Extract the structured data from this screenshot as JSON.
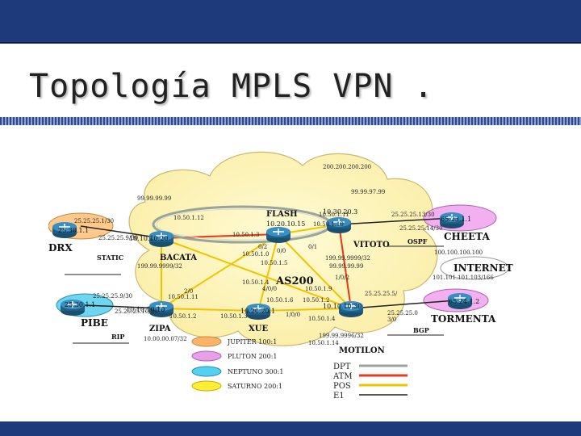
{
  "slide": {
    "title": "Topología MPLS VPN ."
  },
  "diagram": {
    "clouds": {
      "as200": {
        "label": "AS200"
      },
      "drx": {
        "label": "DRX"
      },
      "pibe": {
        "label": "PIBE"
      },
      "cheeta": {
        "label": "CHEETA"
      },
      "tormenta": {
        "label": "TORMENTA"
      },
      "internet": {
        "label": "INTERNET"
      }
    },
    "routers": {
      "flash": {
        "name": "FLASH",
        "ip": "10.20.10.15"
      },
      "vitoto": {
        "name": "VITOTO",
        "ip": "10.30.20.3"
      },
      "bacata": {
        "name": "BACATA",
        "ip": "10.10.10.20"
      },
      "zipa": {
        "name": "ZIPA",
        "ip": "10.10.10.10"
      },
      "xue": {
        "name": "XUE",
        "ip": "10.20.20.1"
      },
      "motilon": {
        "name": "MOTILON",
        "ip": "10.10.10.30"
      },
      "ce_drx": {
        "ip": "25.30.1.1"
      },
      "ce_pibe": {
        "ip": "25.30.1.1"
      },
      "ce_cheeta": {
        "ip": "65.23.1.1"
      },
      "ce_tormenta": {
        "ip": "65.24.1.2"
      }
    },
    "labels": [
      "200.200.200.200",
      "99.99.97.99",
      "99.99.99.99",
      "25.25.25.1/30",
      "10.50.1.12",
      "10.50.1.11",
      "10.50.1.10",
      "25.25.25.13/30",
      "10.50.1.3",
      "25.25.25.9/30",
      "25.25.25.14/30",
      "0/2",
      "0/0",
      "0/1",
      "10.50.1.0",
      "10.50.1.5",
      "199.99.9999/32",
      "199.99.9999/32",
      "99.99.99.99",
      "10.50.1.4",
      "4/0/0",
      "10.50.1.9",
      "1/0/2",
      "100.100.100.100",
      "101.101.101.103/166",
      "25.25.25.9/30",
      "10.50.1.11",
      "2/0",
      "10.50.1.6",
      "10.50.1.2",
      "25.25.25.5/",
      "25.25.25.10/30",
      "10.50.1.2",
      "10.50.1.3",
      "10.50.1.4",
      "1/0/0",
      "25.25.25.0",
      "3/0",
      "10.50.1.14",
      "199.99.9996/32",
      "10.00.00.07/32"
    ],
    "protocols": {
      "static": "STATIC",
      "rip": "RIP",
      "ospf": "OSPF",
      "bgp": "BGP"
    },
    "legend": {
      "vrfs": [
        {
          "label": "JUPITER 100:1",
          "color": "#ffb366"
        },
        {
          "label": "PLUTON 200:1",
          "color": "#e8a0e8"
        },
        {
          "label": "NEPTUNO 300:1",
          "color": "#55d0ee"
        },
        {
          "label": "SATURNO 200:1",
          "color": "#ffee33"
        }
      ],
      "links": [
        {
          "label": "DPT",
          "color": "#9aa59a"
        },
        {
          "label": "ATM",
          "color": "#e83a1f"
        },
        {
          "label": "POS",
          "color": "#f2c400"
        },
        {
          "label": "E1",
          "color": "#222222"
        }
      ]
    }
  }
}
